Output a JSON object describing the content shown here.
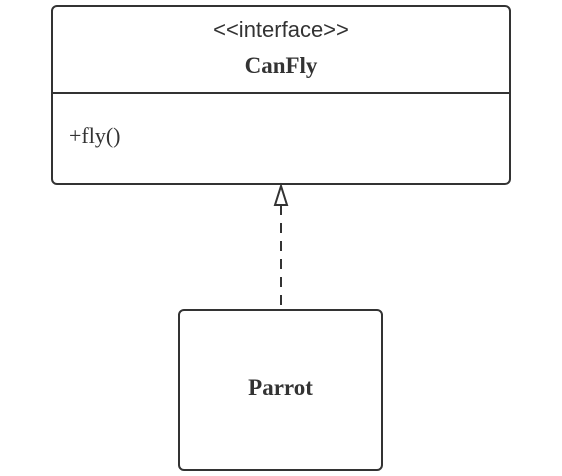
{
  "diagram": {
    "interface": {
      "stereotype": "<<interface>>",
      "name": "CanFly",
      "methods": [
        "+fly()"
      ]
    },
    "class": {
      "name": "Parrot"
    },
    "relationship": {
      "type": "realization",
      "from": "Parrot",
      "to": "CanFly"
    },
    "colors": {
      "stroke": "#333333",
      "background": "#ffffff"
    }
  }
}
